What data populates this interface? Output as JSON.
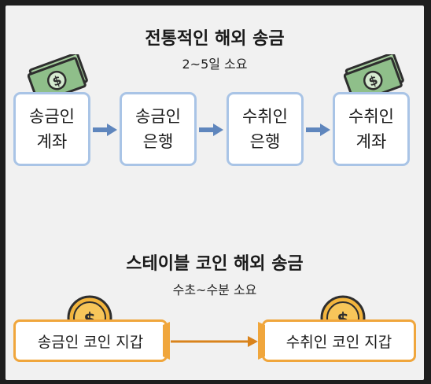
{
  "traditional": {
    "title": "전통적인 해외 송금",
    "duration": "2~5일 소요",
    "steps": [
      {
        "line1": "송금인",
        "line2": "계좌"
      },
      {
        "line1": "송금인",
        "line2": "은행"
      },
      {
        "line1": "수취인",
        "line2": "은행"
      },
      {
        "line1": "수취인",
        "line2": "계좌"
      }
    ]
  },
  "stablecoin": {
    "title": "스테이블 코인 해외 송금",
    "duration": "수초~수분 소요",
    "sender_wallet": "송금인 코인 지갑",
    "receiver_wallet": "수취인 코인 지갑"
  },
  "colors": {
    "box_border": "#a9c4e6",
    "arrow_blue": "#5f86bd",
    "wallet_border": "#f0a63c",
    "arrow_orange": "#d9831c",
    "coin": "#f3b53d",
    "banknote": "#8fbf8a"
  },
  "icons": [
    "banknote-icon",
    "coin-icon",
    "dollar-icon"
  ]
}
